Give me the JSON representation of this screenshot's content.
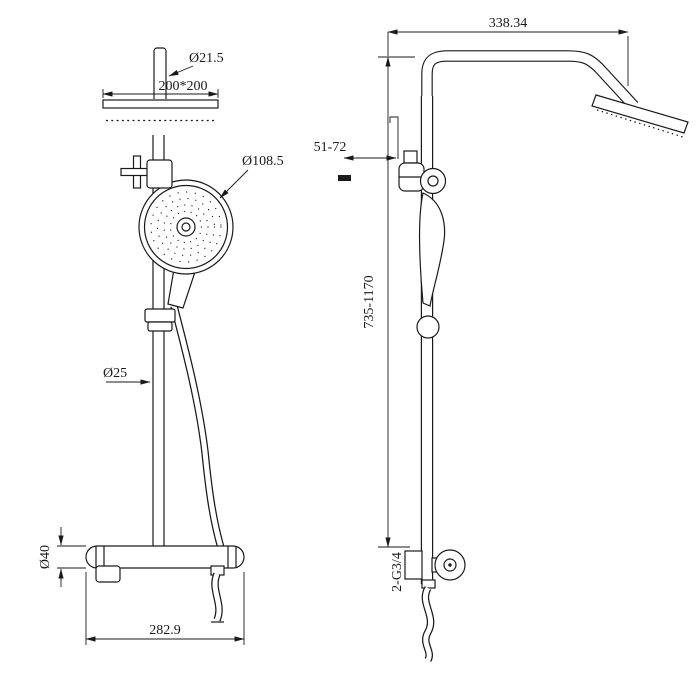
{
  "drawing": {
    "labels": {
      "top_pipe_diameter": "Ø21.5",
      "overhead_size": "200*200",
      "handset_diameter": "Ø108.5",
      "riser_diameter": "Ø25",
      "mixer_diameter": "Ø40",
      "mixer_width": "282.9",
      "arm_reach": "338.34",
      "wall_offset": "51-72",
      "column_height": "735-1170",
      "connection_thread": "2-G3/4"
    }
  }
}
